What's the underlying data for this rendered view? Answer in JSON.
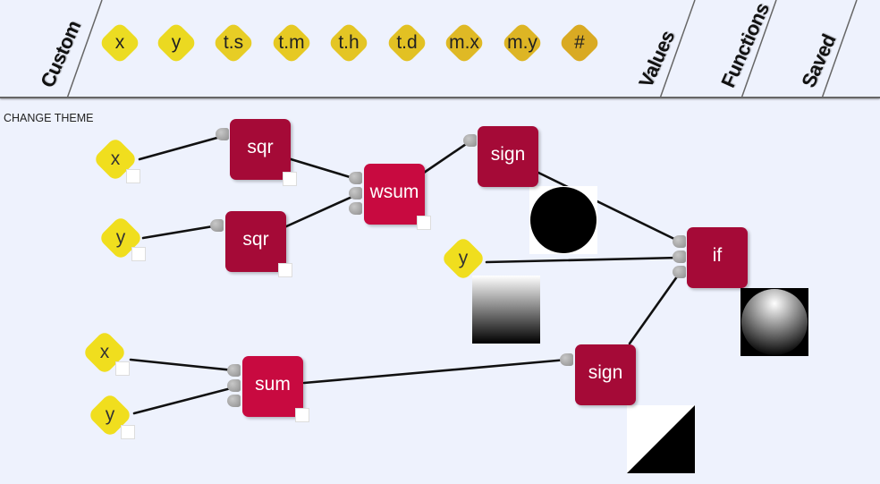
{
  "app": {
    "change_theme_label": "CHANGE THEME"
  },
  "tabs": {
    "custom": "Custom",
    "values": "Values",
    "functions": "Functions",
    "saved": "Saved"
  },
  "palette": [
    {
      "label": "x",
      "color": "#ecdc22"
    },
    {
      "label": "y",
      "color": "#ebd921"
    },
    {
      "label": "t.s",
      "color": "#e7cd25"
    },
    {
      "label": "t.m",
      "color": "#e6c923"
    },
    {
      "label": "t.h",
      "color": "#e4c524"
    },
    {
      "label": "t.d",
      "color": "#e2c123"
    },
    {
      "label": "m.x",
      "color": "#dfb925"
    },
    {
      "label": "m.y",
      "color": "#ddb524"
    },
    {
      "label": "#",
      "color": "#d9aa23"
    }
  ],
  "nodes": {
    "var_x_1": "x",
    "var_y_1": "y",
    "var_y_2": "y",
    "var_x_2": "x",
    "var_y_3": "y",
    "sqr_1": "sqr",
    "sqr_2": "sqr",
    "wsum": "wsum",
    "sign_1": "sign",
    "if": "if",
    "sum": "sum",
    "sign_2": "sign"
  },
  "colors": {
    "function_node": "#a50a37",
    "aggregate_node": "#c80a40",
    "variable_node": "#f0de1e",
    "wire": "#111111"
  }
}
